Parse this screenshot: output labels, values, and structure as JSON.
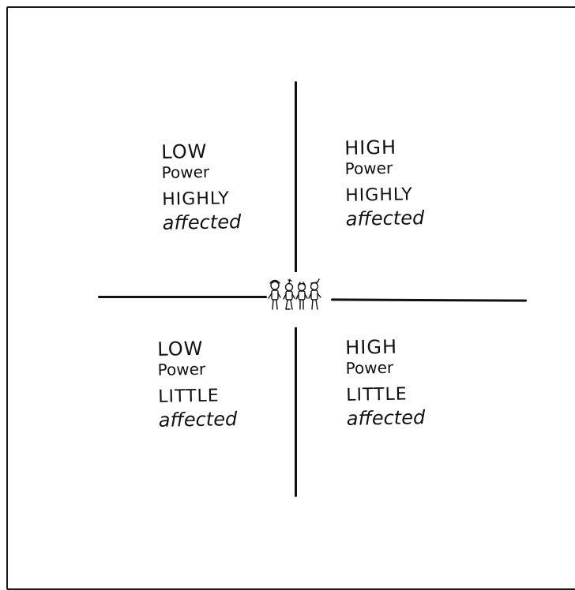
{
  "quadrants": {
    "top_left": {
      "line1": "LOW",
      "line2": "Power",
      "line3": "HIGHLY",
      "line4": "affected"
    },
    "top_right": {
      "line1": "HIGH",
      "line2": "Power",
      "line3": "HIGHLY",
      "line4": "affected"
    },
    "bottom_left": {
      "line1": "LOW",
      "line2": "Power",
      "line3": "LITTLE",
      "line4": "affected"
    },
    "bottom_right": {
      "line1": "HIGH",
      "line2": "Power",
      "line3": "LITTLE",
      "line4": "affected"
    }
  },
  "center_icon": "group-of-people-icon",
  "colors": {
    "ink": "#111111",
    "background": "#ffffff"
  }
}
